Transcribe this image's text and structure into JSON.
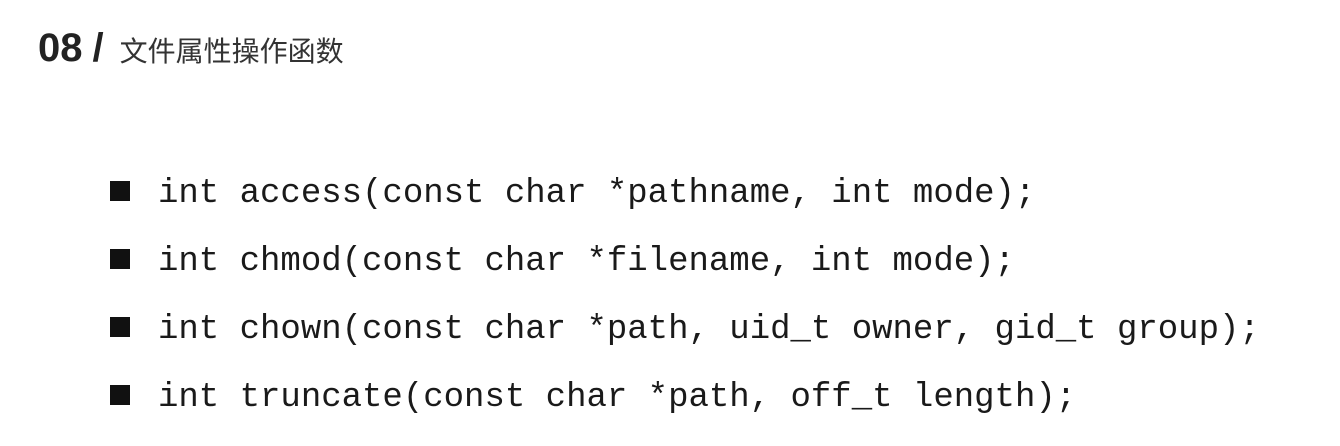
{
  "header": {
    "number": "08",
    "slash": "/",
    "title": "文件属性操作函数"
  },
  "functions": [
    {
      "signature": "int access(const char *pathname, int mode);"
    },
    {
      "signature": "int chmod(const char *filename, int mode);"
    },
    {
      "signature": "int chown(const char *path, uid_t owner, gid_t group);"
    },
    {
      "signature": "int truncate(const char *path, off_t length);"
    }
  ]
}
